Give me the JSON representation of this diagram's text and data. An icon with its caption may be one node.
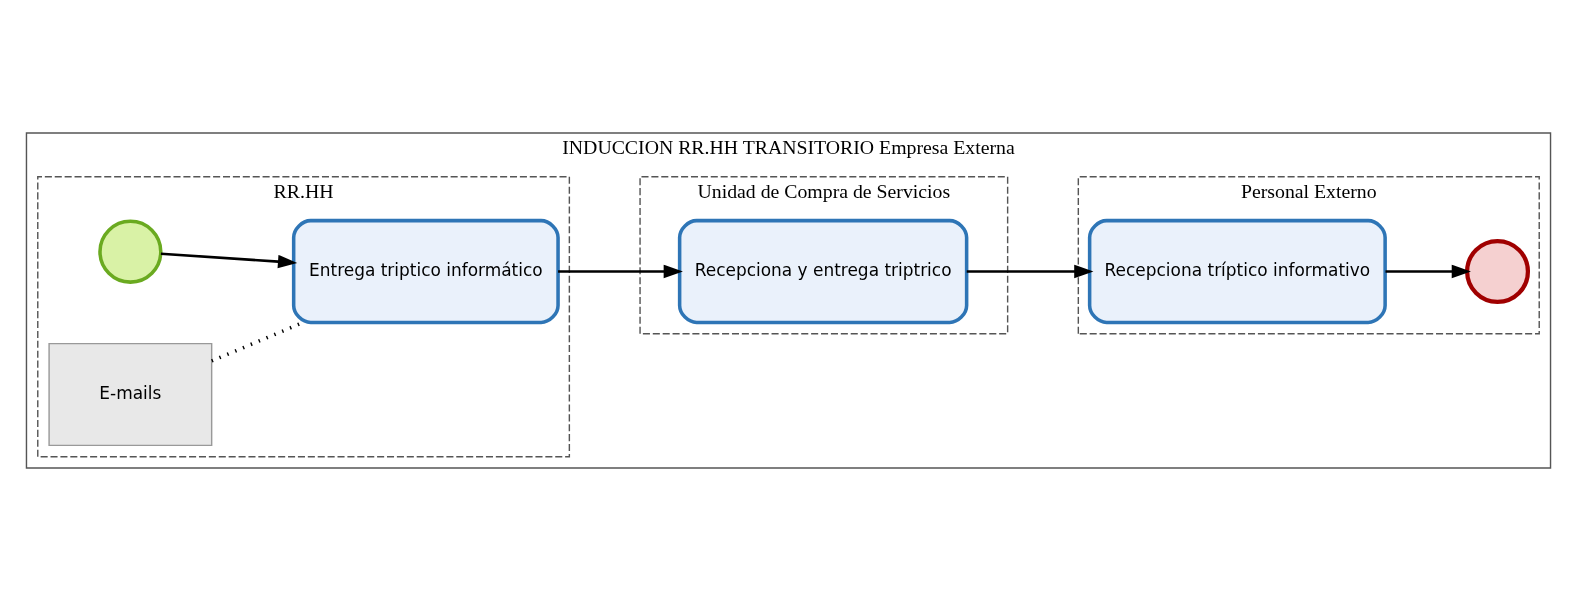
{
  "diagram": {
    "nodes": [
      {
        "text": [
          "INDUCCION RR.HH TRANSITORIO Empresa Externa"
        ]
      },
      {
        "text": [
          "RR.HH"
        ],
        "in": 0
      },
      {
        "text": [
          "Unidad de Compra de Servicios"
        ],
        "in": 0
      },
      {
        "text": [
          "Personal Externo"
        ],
        "in": 0
      },
      {
        "text": [],
        "shape": "circle",
        "in": 1
      },
      {
        "text": [
          "Entrega triptico informático"
        ],
        "in": 1
      },
      {
        "text": [
          "E-mails"
        ],
        "in": 1
      },
      {
        "text": [
          "Recepciona y entrega triptrico"
        ],
        "in": 2
      },
      {
        "text": [
          "Recepciona tríptico informativo"
        ],
        "in": 3
      },
      {
        "text": [],
        "shape": "circle",
        "in": 3
      }
    ],
    "edges": [
      {
        "from": 4,
        "to": 5,
        "arrow": "to"
      },
      {
        "from": 5,
        "to": 7,
        "arrow": "to"
      },
      {
        "from": 7,
        "to": 8,
        "arrow": "to"
      },
      {
        "from": 8,
        "to": 9,
        "arrow": "to"
      },
      {
        "from": 6,
        "to": 5,
        "arrow": "none",
        "style": "dashed"
      }
    ]
  }
}
